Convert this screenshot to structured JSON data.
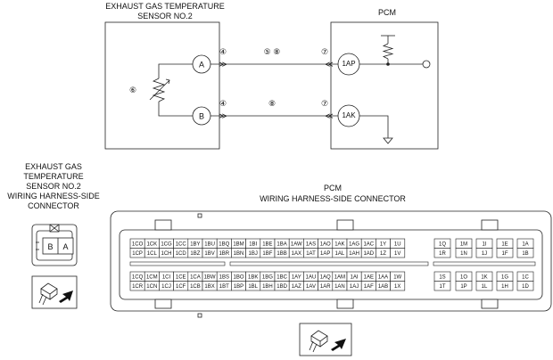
{
  "sensor": {
    "title_line1": "EXHAUST GAS TEMPERATURE",
    "title_line2": "SENSOR NO.2",
    "terminal_a": "A",
    "terminal_b": "B",
    "element_ref": "⑥"
  },
  "pcm": {
    "title": "PCM",
    "terminal_1ap": "1AP",
    "terminal_1ak": "1AK"
  },
  "wire_refs": {
    "a_left": "④",
    "a_mid": "⑤ ⑧",
    "a_right": "⑦",
    "b_left": "④",
    "b_mid": "⑧",
    "b_right": "⑦"
  },
  "arrows": {
    "left": "≫",
    "right": "≪"
  },
  "sensor_connector": {
    "title_lines": [
      "EXHAUST GAS",
      "TEMPERATURE",
      "SENSOR NO.2",
      "WIRING HARNESS-SIDE",
      "CONNECTOR"
    ],
    "pins": [
      "B",
      "A"
    ]
  },
  "pcm_connector": {
    "title_line1": "PCM",
    "title_line2": "WIRING HARNESS-SIDE CONNECTOR",
    "upper_pins": [
      [
        "1CO",
        "1CK",
        "1CG",
        "1CC",
        "1BY",
        "1BU",
        "1BQ",
        "1BM",
        "1BI",
        "1BE",
        "1BA",
        "1AW",
        "1AS",
        "1AO",
        "1AK",
        "1AG",
        "1AC",
        "1Y",
        "1U"
      ],
      [
        "1CP",
        "1CL",
        "1CH",
        "1CD",
        "1BZ",
        "1BV",
        "1BR",
        "1BN",
        "1BJ",
        "1BF",
        "1BB",
        "1AX",
        "1AT",
        "1AP",
        "1AL",
        "1AH",
        "1AD",
        "1Z",
        "1V"
      ]
    ],
    "lower_pins": [
      [
        "1CQ",
        "1CM",
        "1CI",
        "1CE",
        "1CA",
        "1BW",
        "1BS",
        "1BO",
        "1BK",
        "1BG",
        "1BC",
        "1AY",
        "1AU",
        "1AQ",
        "1AM",
        "1AI",
        "1AE",
        "1AA",
        "1W"
      ],
      [
        "1CR",
        "1CN",
        "1CJ",
        "1CF",
        "1CB",
        "1BX",
        "1BT",
        "1BP",
        "1BL",
        "1BH",
        "1BD",
        "1AZ",
        "1AV",
        "1AR",
        "1AN",
        "1AJ",
        "1AF",
        "1AB",
        "1X"
      ]
    ],
    "right_upper_pins": [
      [
        "1Q",
        "1M",
        "1I",
        "1E",
        "1A"
      ],
      [
        "1R",
        "1N",
        "1J",
        "1F",
        "1B"
      ]
    ],
    "right_lower_pins": [
      [
        "1S",
        "1O",
        "1K",
        "1G",
        "1C"
      ],
      [
        "1T",
        "1P",
        "1L",
        "1H",
        "1D"
      ]
    ]
  }
}
